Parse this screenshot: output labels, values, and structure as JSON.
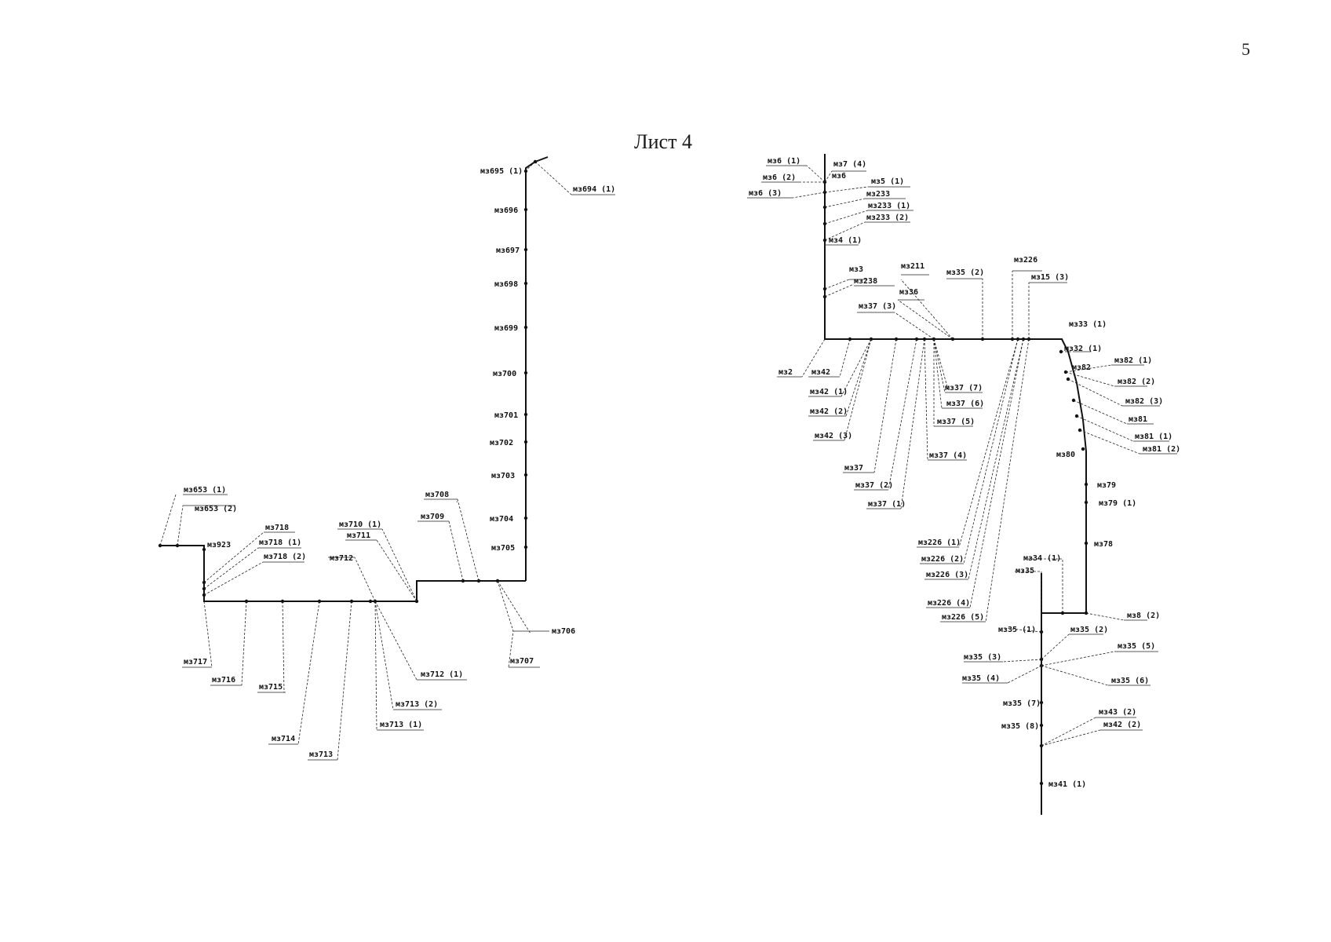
{
  "page_number": "5",
  "sheet_title": "Лист 4",
  "labels": {
    "mz695_1": "мз695 (1)",
    "mz694_1": "мз694 (1)",
    "mz696": "мз696",
    "mz697": "мз697",
    "mz698": "мз698",
    "mz699": "мз699",
    "mz700": "мз700",
    "mz701": "мз701",
    "mz702": "мз702",
    "mz703": "мз703",
    "mz704": "мз704",
    "mz705": "мз705",
    "mz706": "мз706",
    "mz707": "мз707",
    "mz708": "мз708",
    "mz709": "мз709",
    "mz710_1": "мз710 (1)",
    "mz711": "мз711",
    "mz712": "мз712",
    "mz712_1": "мз712 (1)",
    "mz713_2": "мз713 (2)",
    "mz713_1": "мз713 (1)",
    "mz713": "мз713",
    "mz714": "мз714",
    "mz715": "мз715",
    "mz716": "мз716",
    "mz717": "мз717",
    "mz718": "мз718",
    "mz718_1": "мз718 (1)",
    "mz718_2": "мз718 (2)",
    "mz923": "мз923",
    "mz653_1": "мз653 (1)",
    "mz653_2": "мз653 (2)",
    "mz6_1": "мз6 (1)",
    "mz6_2": "мз6 (2)",
    "mz6_3": "мз6 (3)",
    "mz7_4": "мз7 (4)",
    "mz6": "мз6",
    "mz5_1": "мз5 (1)",
    "mz233": "мз233",
    "mz233_1": "мз233 (1)",
    "mz233_2": "мз233 (2)",
    "mz4_1": "мз4 (1)",
    "mz3": "мз3",
    "mz238": "мз238",
    "mz211": "мз211",
    "mz35_2top": "мз35 (2)",
    "mz226": "мз226",
    "mz15_3": "мз15 (3)",
    "mz36": "мз36",
    "mz37_3": "мз37 (3)",
    "mz33_1": "мз33 (1)",
    "mz32_1": "мз32 (1)",
    "mz82_1": "мз82 (1)",
    "mz82": "мз82",
    "mz82_2": "мз82 (2)",
    "mz82_3": "мз82 (3)",
    "mz81": "мз81",
    "mz81_1": "мз81 (1)",
    "mz81_2": "мз81 (2)",
    "mz80": "мз80",
    "mz79": "мз79",
    "mz79_1": "мз79 (1)",
    "mz78": "мз78",
    "mz2": "мз2",
    "mz42": "мз42",
    "mz42_1": "мз42 (1)",
    "mz42_2": "мз42 (2)",
    "mz42_3": "мз42 (3)",
    "mz37_7": "мз37 (7)",
    "mz37_6": "мз37 (6)",
    "mz37_5": "мз37 (5)",
    "mz37_4": "мз37 (4)",
    "mz37": "мз37",
    "mz37_2": "мз37 (2)",
    "mz37_1": "мз37 (1)",
    "mz226_1": "мз226 (1)",
    "mz226_2": "мз226 (2)",
    "mz226_3": "мз226 (3)",
    "mz226_4": "мз226 (4)",
    "mz226_5": "мз226 (5)",
    "mz34_1": "мз34 (1)",
    "mz35": "мз35",
    "mz8_2": "мз8 (2)",
    "mz35_1": "мз35 (1)",
    "mz35_2": "мз35 (2)",
    "mz35_5": "мз35 (5)",
    "mz35_3": "мз35 (3)",
    "mz35_4": "мз35 (4)",
    "mz35_6": "мз35 (6)",
    "mz35_7": "мз35 (7)",
    "mz35_8": "мз35 (8)",
    "mz43_2": "мз43 (2)",
    "mz42_2b": "мз42 (2)",
    "mz41_1": "мз41 (1)"
  }
}
